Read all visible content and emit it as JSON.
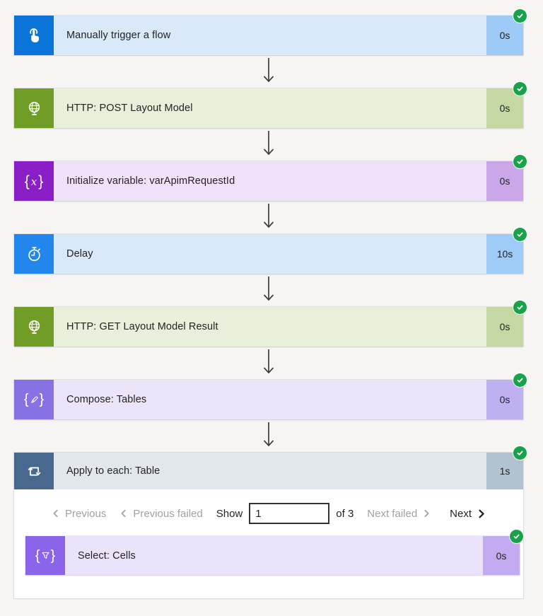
{
  "colors": {
    "page_bg": "#f6f5f3",
    "success_badge": "#19a24a",
    "arrow": "#3e3c3a",
    "muted_text": "#a3a19e",
    "dark_text": "#242321"
  },
  "flow": {
    "steps": [
      {
        "title": "Manually trigger a flow",
        "duration": "0s",
        "icon": "manual-trigger-icon",
        "status": "succeeded",
        "colors": {
          "icon": "#0b74d8",
          "bg": "#d9e9fa",
          "duration": "#9ecaf8"
        }
      },
      {
        "title": "HTTP: POST Layout Model",
        "duration": "0s",
        "icon": "http-globe-icon",
        "status": "succeeded",
        "colors": {
          "icon": "#6f9d26",
          "bg": "#e8efdb",
          "duration": "#c5d8a4"
        }
      },
      {
        "title": "Initialize variable: varApimRequestId",
        "duration": "0s",
        "icon": "variable-braces-x-icon",
        "status": "succeeded",
        "colors": {
          "icon": "#8a1fc8",
          "bg": "#efe2fa",
          "duration": "#cba7e9"
        }
      },
      {
        "title": "Delay",
        "duration": "10s",
        "icon": "stopwatch-icon",
        "status": "succeeded",
        "colors": {
          "icon": "#2286ec",
          "bg": "#d9e9fb",
          "duration": "#9fcbf8"
        }
      },
      {
        "title": "HTTP: GET Layout Model Result",
        "duration": "0s",
        "icon": "http-globe-icon",
        "status": "succeeded",
        "colors": {
          "icon": "#6f9d26",
          "bg": "#e8efdb",
          "duration": "#c5d8a4"
        }
      },
      {
        "title": "Compose: Tables",
        "duration": "0s",
        "icon": "compose-braces-pencil-icon",
        "status": "succeeded",
        "colors": {
          "icon": "#8871e3",
          "bg": "#eae5f9",
          "duration": "#bfb0f2"
        }
      },
      {
        "title": "Apply to each: Table",
        "duration": "1s",
        "icon": "loop-icon",
        "status": "succeeded",
        "colors": {
          "icon": "#48688e",
          "bg": "#e2e7ed",
          "duration": "#b1c2d1"
        }
      }
    ],
    "apply_to_each": {
      "pagination": {
        "previous": "Previous",
        "previous_failed": "Previous failed",
        "show_label": "Show",
        "page_value": "1",
        "of_label": "of 3",
        "next_failed": "Next failed",
        "next": "Next"
      },
      "child": {
        "title": "Select: Cells",
        "duration": "0s",
        "icon": "select-braces-funnel-icon",
        "status": "succeeded",
        "colors": {
          "icon": "#8a64e9",
          "bg": "#eae3fb",
          "duration": "#c3abf2"
        }
      }
    }
  }
}
